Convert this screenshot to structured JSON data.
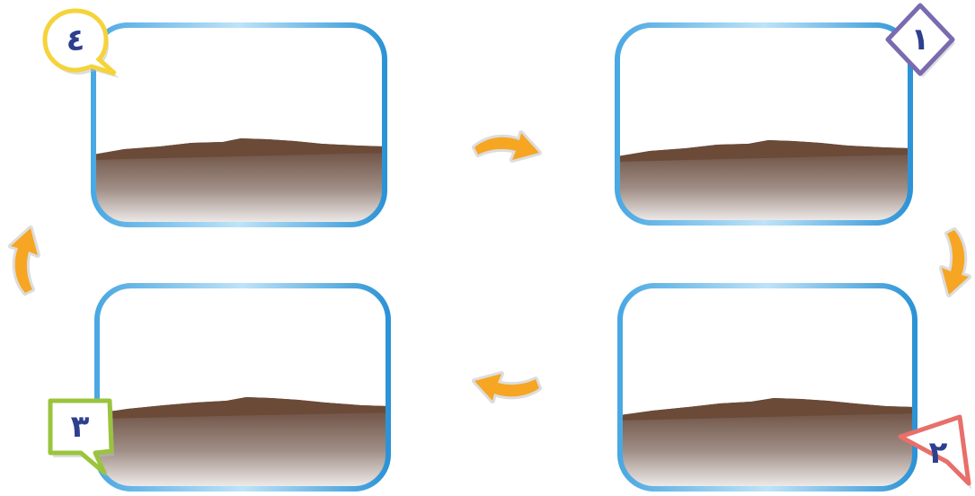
{
  "cycle": {
    "steps": [
      {
        "label": "١",
        "badge_shape": "diamond",
        "badge_color": "#7a6ab0"
      },
      {
        "label": "٢",
        "badge_shape": "triangle",
        "badge_color": "#e86f6a"
      },
      {
        "label": "٣",
        "badge_shape": "speech-square",
        "badge_color": "#9ac43d"
      },
      {
        "label": "٤",
        "badge_shape": "speech-circle",
        "badge_color": "#f5d33a"
      }
    ],
    "arrow_color": "#f6a623",
    "frame_color": "#3aa3e0",
    "soil_color": "#6b4a38"
  }
}
